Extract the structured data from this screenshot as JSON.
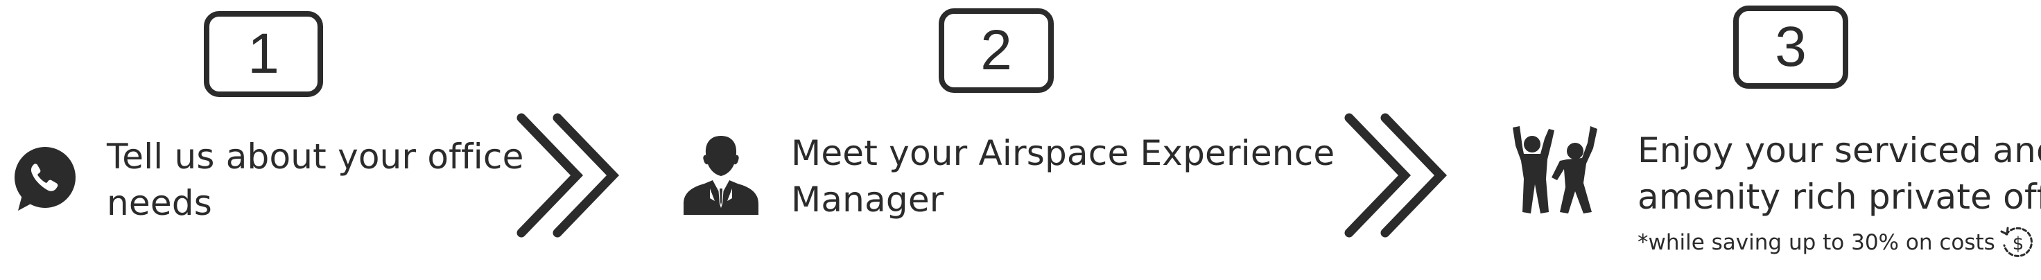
{
  "steps": [
    {
      "number": "1",
      "line1": "Tell us about your office",
      "line2": "needs",
      "icon": "whatsapp-chat-icon"
    },
    {
      "number": "2",
      "line1": "Meet your Airspace Experience",
      "line2": "Manager",
      "icon": "manager-person-icon"
    },
    {
      "number": "3",
      "line1": "Enjoy your serviced and",
      "line2": "amenity rich private office",
      "icon": "celebrating-people-icon"
    }
  ],
  "footnote": "*while saving up to 30% on costs",
  "footnote_icon": "dollar-refresh-icon",
  "connector_icon": "double-chevron-right-icon",
  "colors": {
    "ink": "#2b2b2b",
    "background": "#ffffff"
  }
}
